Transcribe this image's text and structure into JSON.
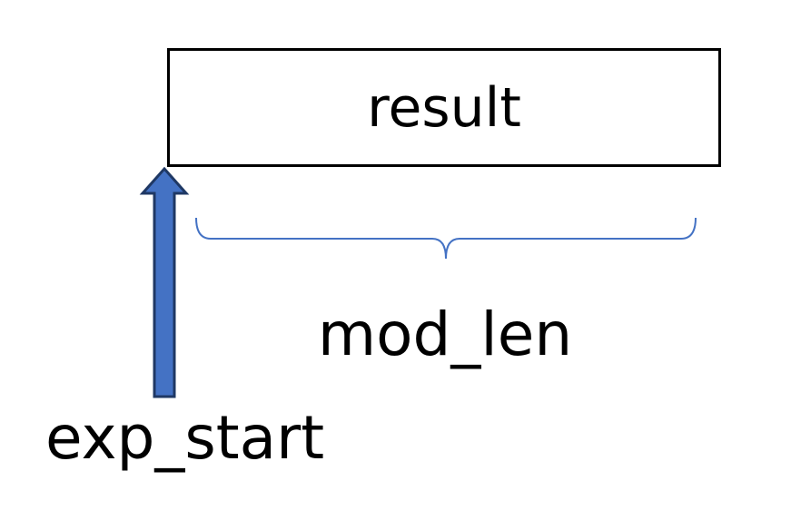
{
  "labels": {
    "result": "result",
    "mod_len": "mod_len",
    "exp_start": "exp_start"
  },
  "colors": {
    "arrow_fill": "#4472C4",
    "arrow_stroke": "#1F3864",
    "brace_stroke": "#4472C4",
    "box_stroke": "#000000"
  },
  "icons": {
    "arrow": "up-arrow-icon",
    "brace": "curly-brace-icon"
  }
}
